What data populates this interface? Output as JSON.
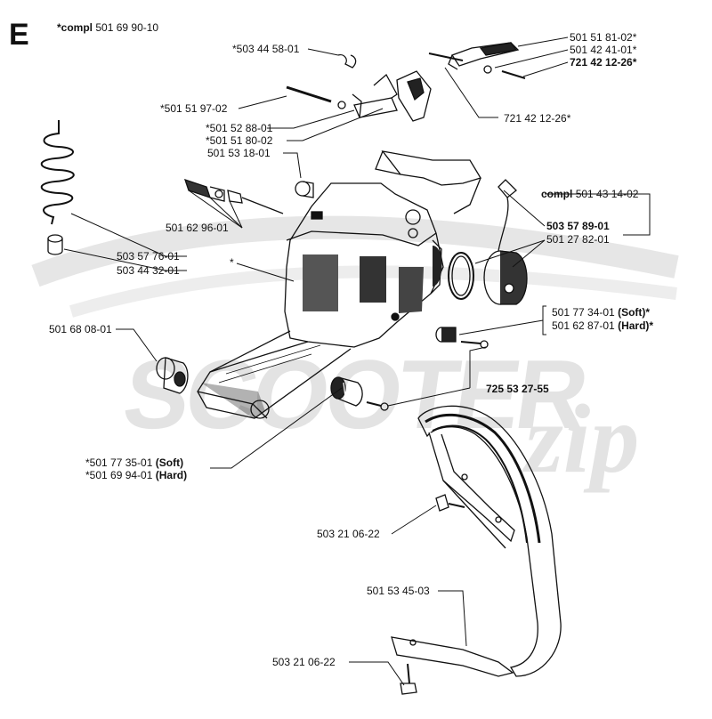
{
  "section": "E",
  "watermark": {
    "brand": "SCOOTER",
    "script": "zip"
  },
  "labels": {
    "compl_top": {
      "prefix": "*compl",
      "num": "501 69 90-10"
    },
    "l_503445801": "*503 44 58-01",
    "l_501519702": "*501 51 97-02",
    "l_501528801": "*501 52 88-01",
    "l_501518002": "*501 51 80-02",
    "l_501531801": "501 53 18-01",
    "l_501629601": "501 62 96-01",
    "l_503577601": "503 57 76-01",
    "l_503443201": "503 44 32-01",
    "l_star": "*",
    "l_501680801": "501 68 08-01",
    "l_501518102": "501 51 81-02*",
    "l_501424101": "501 42 41-01*",
    "l_721421226b": "721 42 12-26*",
    "l_721421226": "721 42 12-26*",
    "compl_right": {
      "prefix": "compl",
      "num": "501 43 14-02"
    },
    "l_503578901": "503 57 89-01",
    "l_501278201": "501 27 82-01",
    "soft_r": {
      "num": "501 77 34-01",
      "tag": "(Soft)",
      "suffix": "*"
    },
    "hard_r": {
      "num": "501 62 87-01",
      "tag": "(Hard)",
      "suffix": "*"
    },
    "l_725532755": "725 53 27-55",
    "soft_l": {
      "num": "*501 77 35-01",
      "tag": "(Soft)"
    },
    "hard_l": {
      "num": "*501 69 94-01",
      "tag": "(Hard)"
    },
    "l_503210622a": "503 21 06-22",
    "l_501534503": "501 53 45-03",
    "l_503210622b": "503 21 06-22"
  }
}
